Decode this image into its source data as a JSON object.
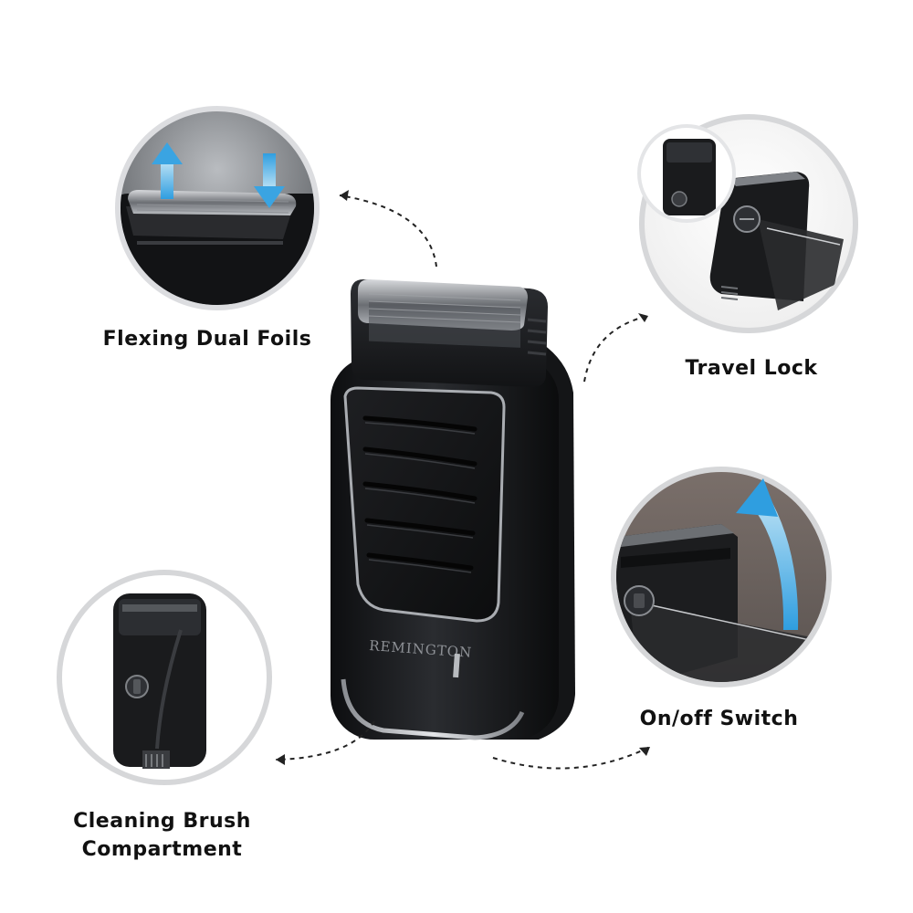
{
  "brand": "REMINGTON",
  "features": {
    "foils": "Flexing Dual Foils",
    "travel_lock": "Travel Lock",
    "switch": "On/off Switch",
    "brush_line1": "Cleaning Brush",
    "brush_line2": "Compartment"
  },
  "icons": {
    "arrow_up": "arrow-up-icon",
    "arrow_down": "arrow-down-icon",
    "curved_arrow": "curved-arrow-icon"
  },
  "colors": {
    "shaver_body": "#1a1b1d",
    "accent_blue": "#4aa8d8",
    "circle_ring": "#cfd0d2",
    "arrow_dash": "#222222"
  }
}
